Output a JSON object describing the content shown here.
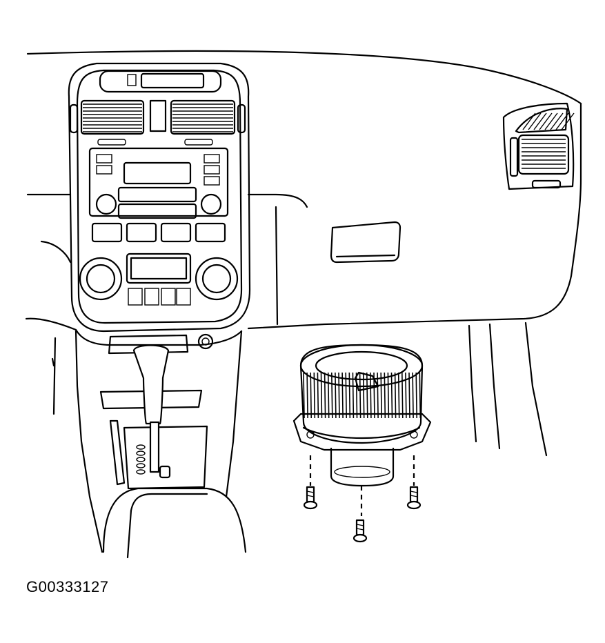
{
  "figure": {
    "caption_id": "G00333127",
    "components": {
      "dashboard": "dashboard",
      "center_console": "center-console",
      "blower_motor": "blower-motor",
      "screws": [
        "mounting-screw",
        "mounting-screw",
        "mounting-screw"
      ]
    },
    "colors": {
      "line": "#000000",
      "background": "#ffffff"
    }
  }
}
